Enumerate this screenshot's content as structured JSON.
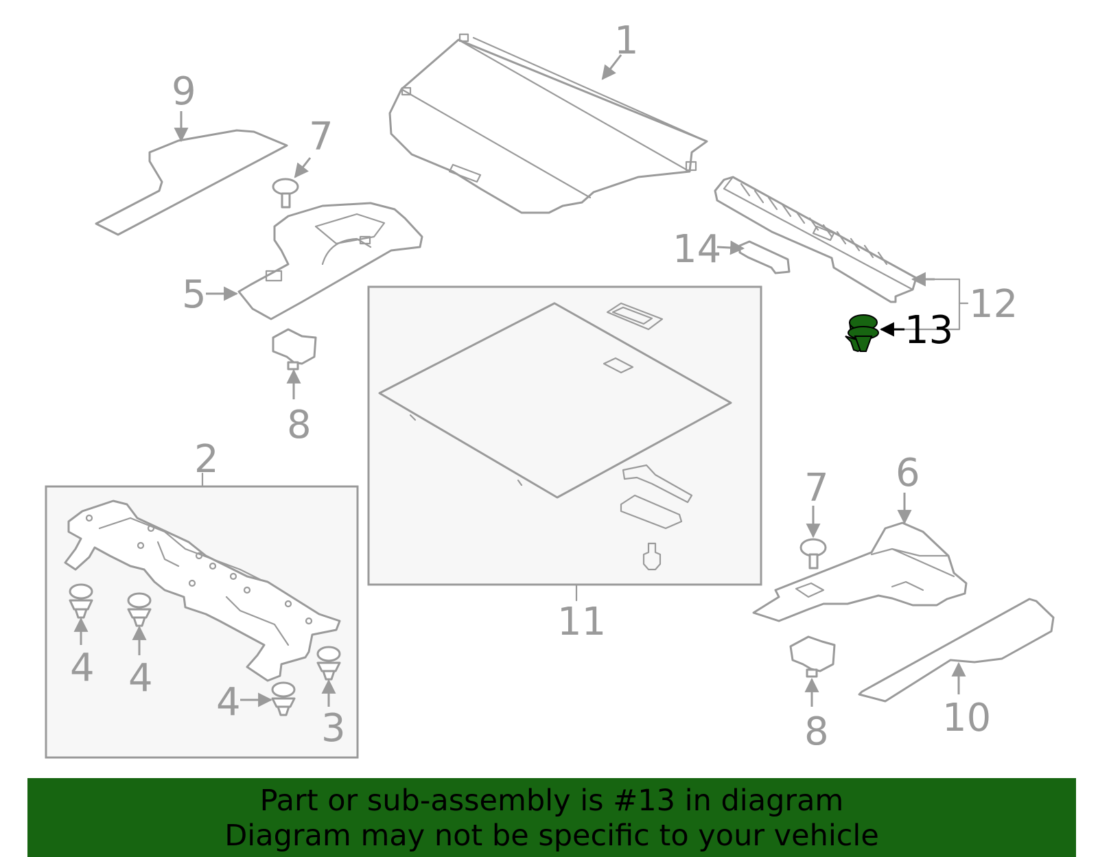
{
  "callouts": {
    "c1": "1",
    "c2": "2",
    "c3": "3",
    "c4a": "4",
    "c4b": "4",
    "c4c": "4",
    "c5": "5",
    "c6": "6",
    "c7a": "7",
    "c7b": "7",
    "c8a": "8",
    "c8b": "8",
    "c9": "9",
    "c10": "10",
    "c11": "11",
    "c12": "12",
    "c13": "13",
    "c14": "14"
  },
  "highlight": {
    "part": "13",
    "color": "#176511"
  },
  "banner": {
    "line1": "Part or sub-assembly is #13 in diagram",
    "line2": "Diagram may not be specific to your vehicle",
    "color": "#176511"
  }
}
